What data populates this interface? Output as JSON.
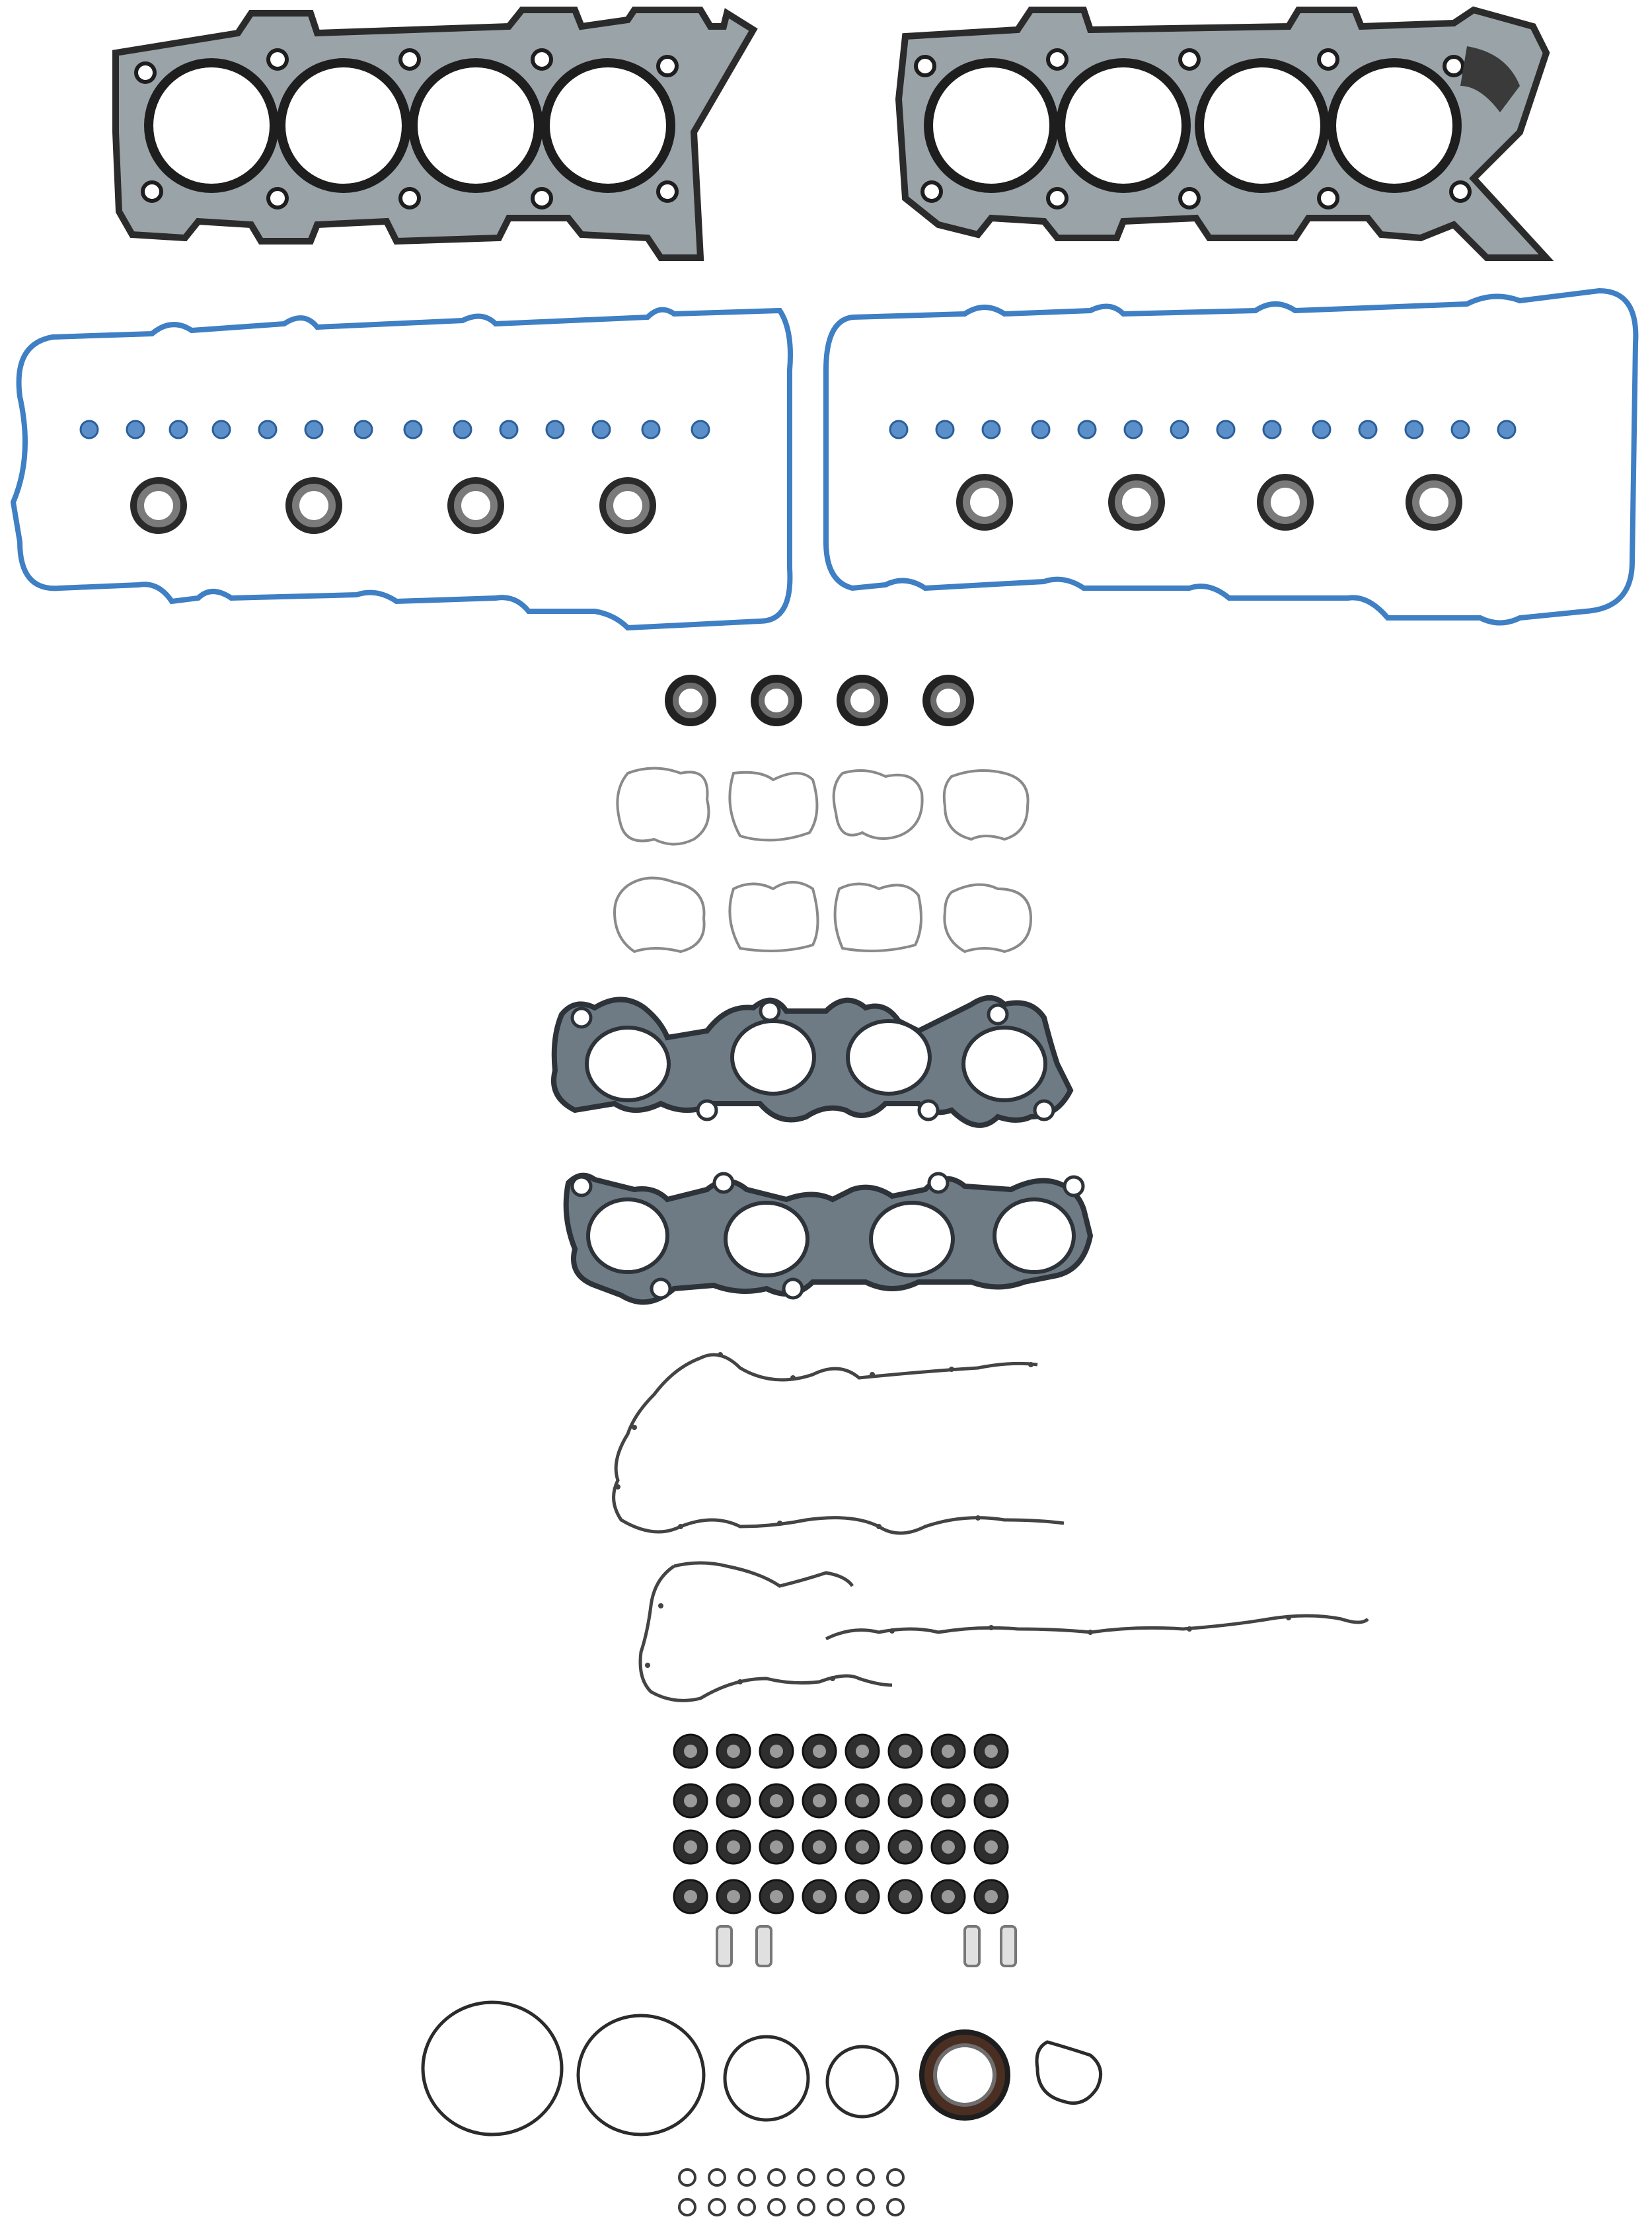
{
  "image": {
    "subject": "engine-gasket-set-product-photo",
    "background_color": "#ffffff"
  },
  "colors": {
    "mls_steel": "#9aa3a8",
    "mls_edge": "#2b2b2b",
    "valve_cover_blue": "#3f7fc4",
    "rubber_dark": "#3a3a3a",
    "fiber_gasket": "#6e7b84",
    "fiber_gasket_edge": "#2d3338",
    "silicone_clear": "#d9d9d9",
    "grommet_blue": "#5b8fca"
  },
  "components": [
    {
      "name": "cylinder-head-gasket",
      "count": 2
    },
    {
      "name": "valve-cover-gasket",
      "count": 2
    },
    {
      "name": "spark-plug-tube-seal",
      "count": 4
    },
    {
      "name": "intake-manifold-port-gasket",
      "count": 8
    },
    {
      "name": "exhaust-manifold-gasket",
      "count": 2
    },
    {
      "name": "timing-cover-gasket",
      "count": 3
    },
    {
      "name": "valve-stem-seal",
      "count": 32
    },
    {
      "name": "dowel-sleeve",
      "count": 4
    },
    {
      "name": "o-ring-large",
      "count": 4
    },
    {
      "name": "crankshaft-front-seal",
      "count": 1
    },
    {
      "name": "small-o-ring",
      "count": 16
    }
  ]
}
